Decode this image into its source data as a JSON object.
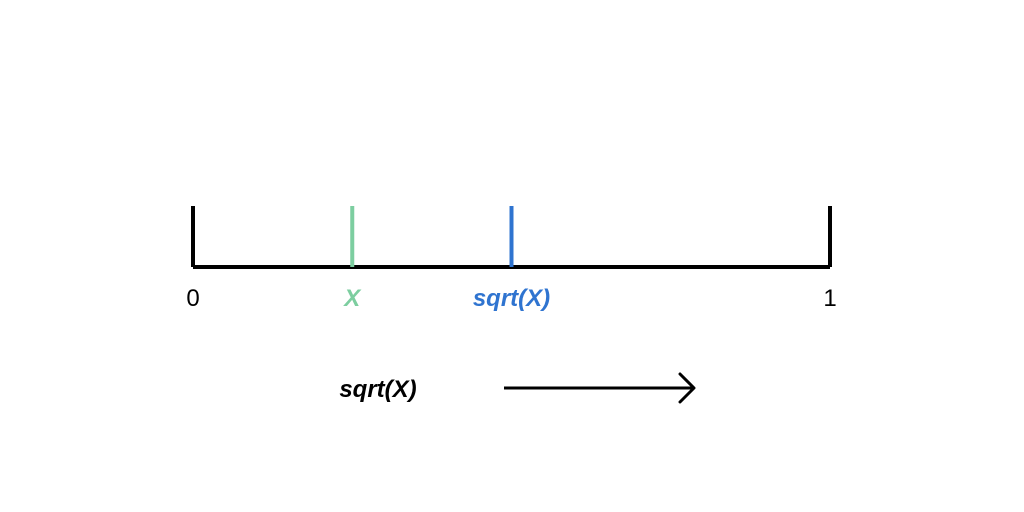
{
  "number_line": {
    "start_label": "0",
    "end_label": "1",
    "start_value": 0,
    "end_value": 1,
    "color": "#000000"
  },
  "markers": [
    {
      "label": "X",
      "value": 0.25,
      "color": "#7dcea0"
    },
    {
      "label": "sqrt(X)",
      "value": 0.5,
      "color": "#2f74d0"
    }
  ],
  "caption": {
    "label": "sqrt(X)",
    "arrow_color": "#000000",
    "arrow_direction": "right"
  }
}
